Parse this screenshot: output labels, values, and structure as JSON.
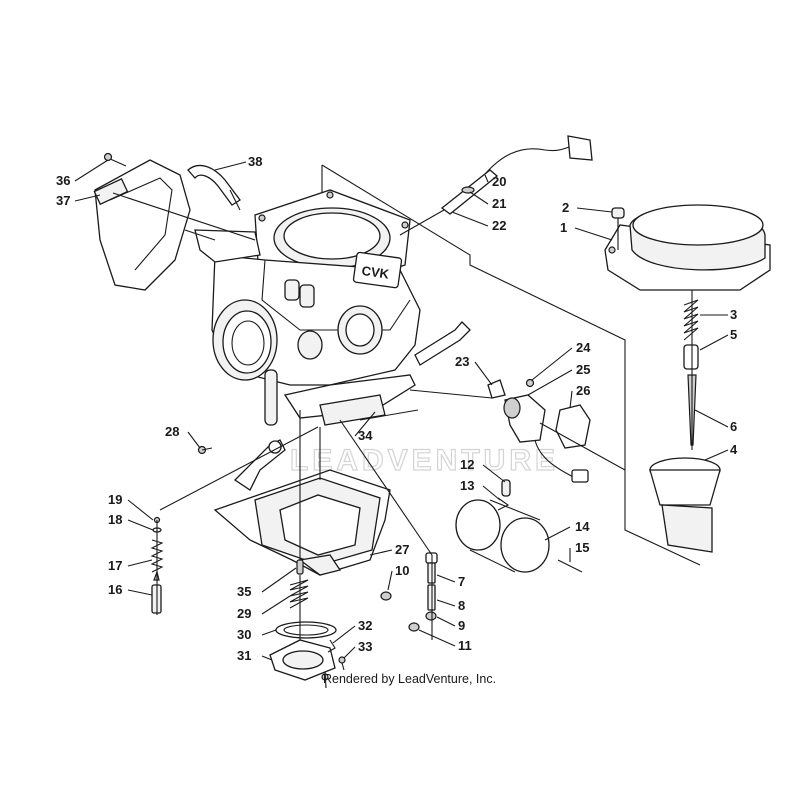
{
  "credit": "Rendered by LeadVenture, Inc.",
  "watermark": "LEADVENTURE",
  "part_labels": [
    "1",
    "2",
    "3",
    "4",
    "5",
    "6",
    "7",
    "8",
    "9",
    "10",
    "11",
    "12",
    "13",
    "14",
    "15",
    "16",
    "17",
    "18",
    "19",
    "20",
    "21",
    "22",
    "23",
    "24",
    "25",
    "26",
    "27",
    "28",
    "29",
    "30",
    "31",
    "32",
    "33",
    "34",
    "35",
    "36",
    "37",
    "38"
  ],
  "engraving": "CVK"
}
